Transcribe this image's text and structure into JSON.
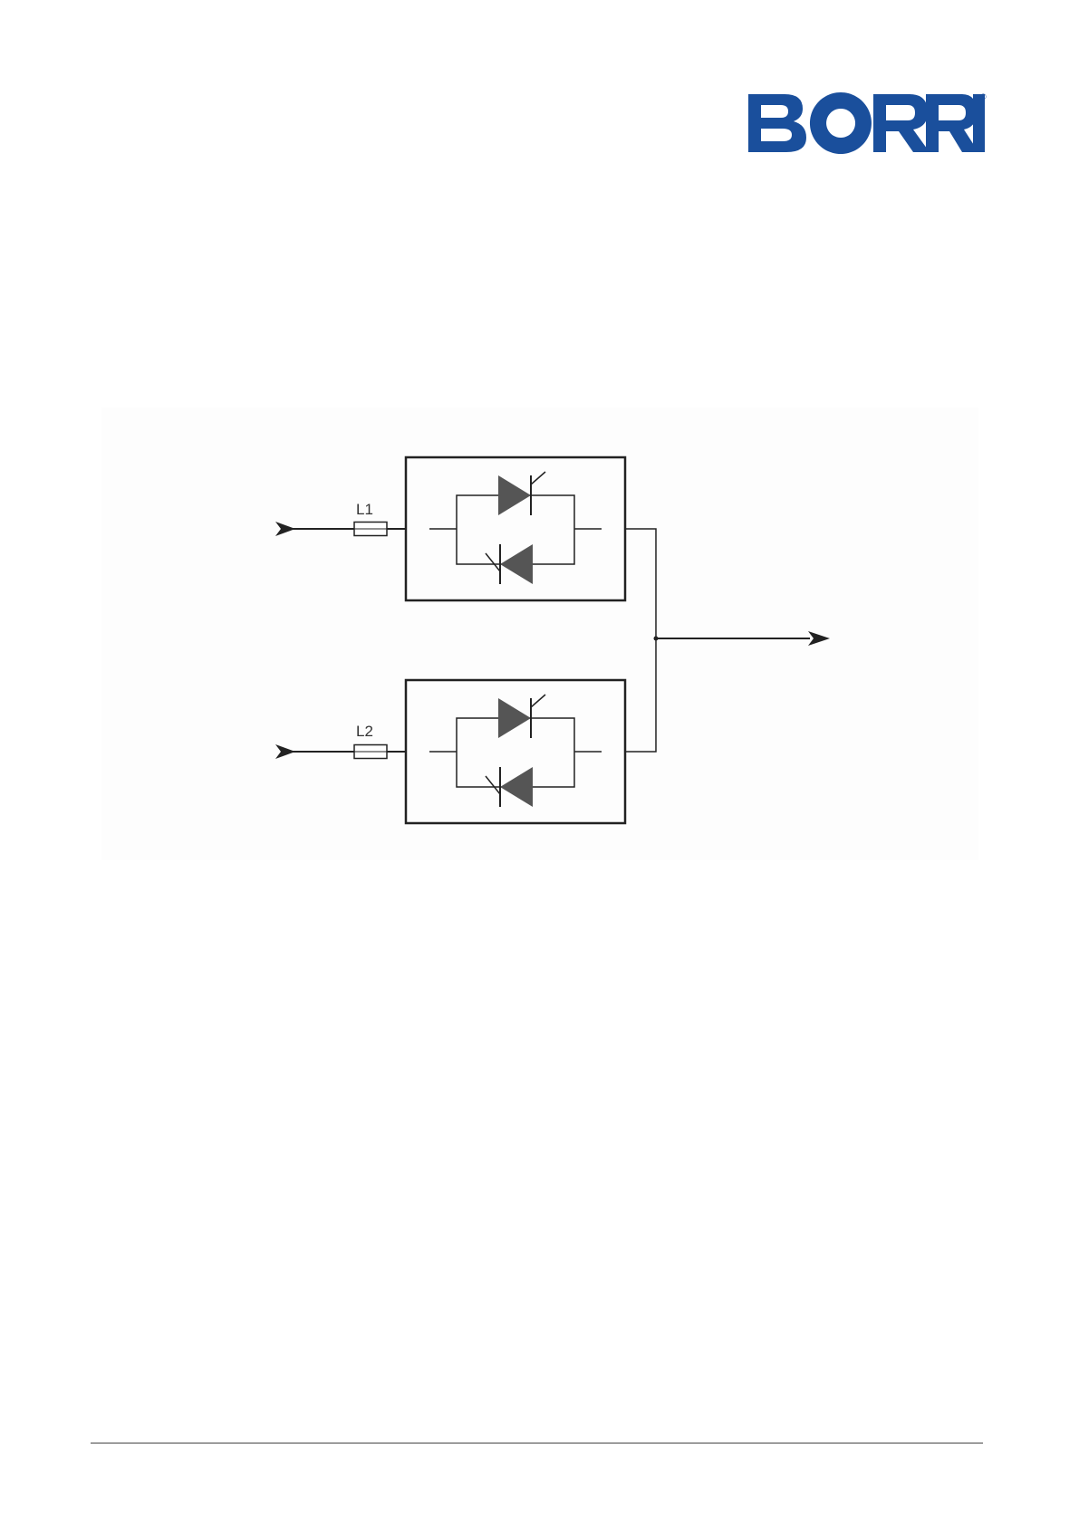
{
  "header": {
    "logo": {
      "text": "BORRI",
      "registered_mark": "®",
      "color": "#1a4f9c"
    }
  },
  "diagram": {
    "inputs": [
      {
        "label": "L1"
      },
      {
        "label": "L2"
      }
    ],
    "colors": {
      "line": "#222222",
      "thyristor_fill": "#555555",
      "background": "#fdfdfd"
    }
  }
}
